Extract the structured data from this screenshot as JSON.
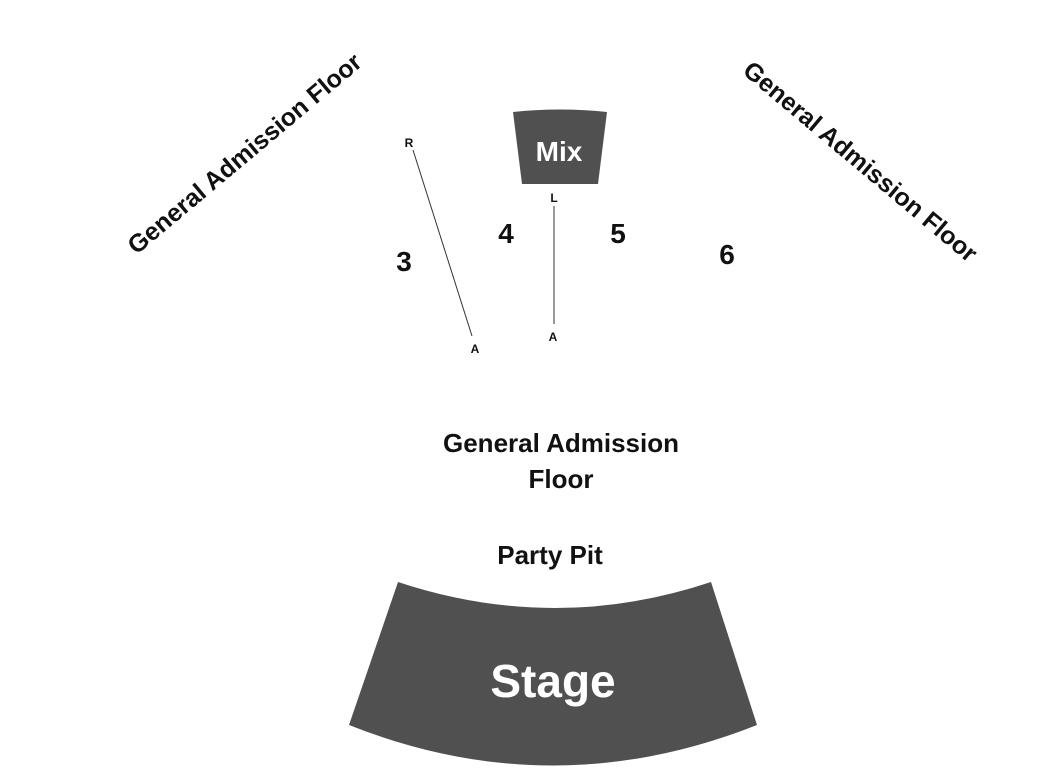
{
  "colors": {
    "block_fill": "#505050",
    "block_text": "#ffffff",
    "text": "#111111",
    "background": "#ffffff"
  },
  "map": {
    "ga_floor_left": "General Admission Floor",
    "ga_floor_right": "General Admission Floor",
    "ga_floor_center_line1": "General Admission",
    "ga_floor_center_line2": "Floor",
    "party_pit": "Party Pit",
    "stage": "Stage",
    "mix": "Mix",
    "sections": {
      "s3": "3",
      "s4": "4",
      "s5": "5",
      "s6": "6"
    },
    "rows": {
      "left_top": "R",
      "left_bottom": "A",
      "center_top": "L",
      "center_bottom": "A"
    }
  }
}
